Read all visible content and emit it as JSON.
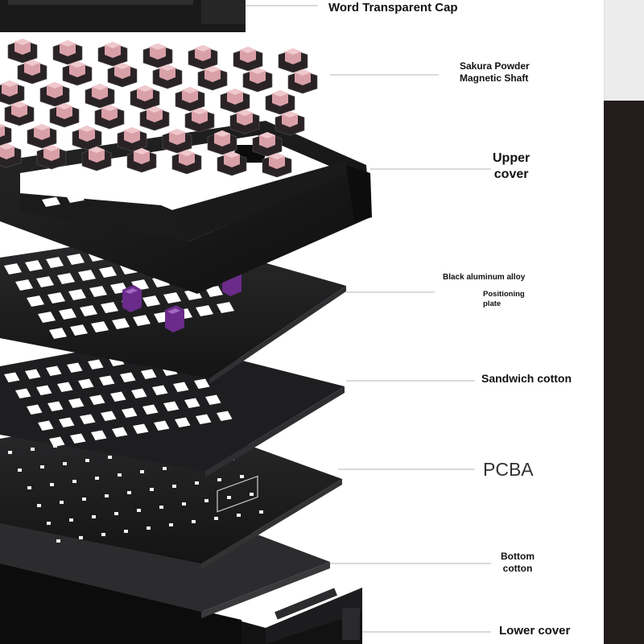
{
  "labels": {
    "word_transparent_cap": "Word Transparent Cap",
    "sakura_line1": "Sakura Powder",
    "sakura_line2": "Magnetic Shaft",
    "upper_cover_line1": "Upper",
    "upper_cover_line2": "cover",
    "black_aluminum_alloy": "Black aluminum alloy",
    "positioning_line1": "Positioning",
    "positioning_line2": "plate",
    "sandwich_cotton": "Sandwich cotton",
    "pcba": "PCBA",
    "bottom_cotton_line1": "Bottom",
    "bottom_cotton_line2": "cotton",
    "lower_cover": "Lower cover"
  },
  "colors": {
    "switch_housing": "#d9a0a8",
    "switch_top": "#efc8cc",
    "stabilizer": "#6a2b8a",
    "frame": "#151516",
    "plate": "#1d1d1f",
    "pcb": "#1a1a1c",
    "leader_line": "#b5b5b5"
  }
}
